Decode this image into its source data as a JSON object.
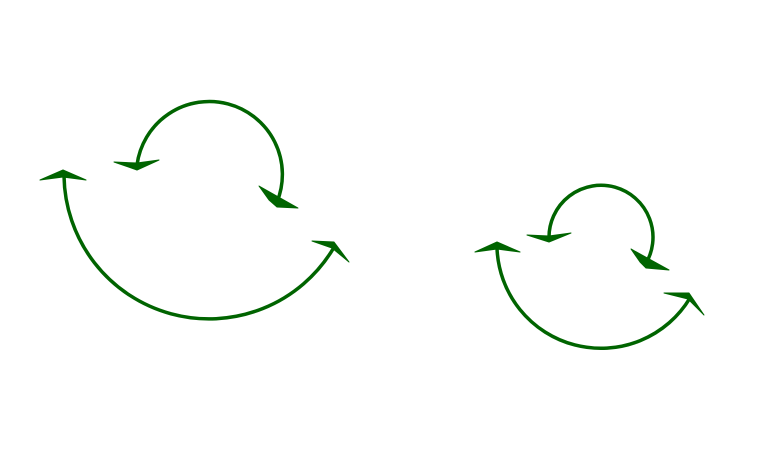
{
  "diagram": {
    "stroke_color": "#006400",
    "background": "#ffffff",
    "groups": [
      {
        "name": "left-arrow-pair",
        "arrows": [
          {
            "name": "inner-clockwise-arc",
            "icon": "curved-arrow-icon"
          },
          {
            "name": "outer-counterclockwise-arc",
            "icon": "curved-arrow-icon"
          }
        ]
      },
      {
        "name": "right-arrow-pair",
        "arrows": [
          {
            "name": "inner-clockwise-arc",
            "icon": "curved-arrow-icon"
          },
          {
            "name": "outer-counterclockwise-arc",
            "icon": "curved-arrow-icon"
          }
        ]
      }
    ]
  }
}
